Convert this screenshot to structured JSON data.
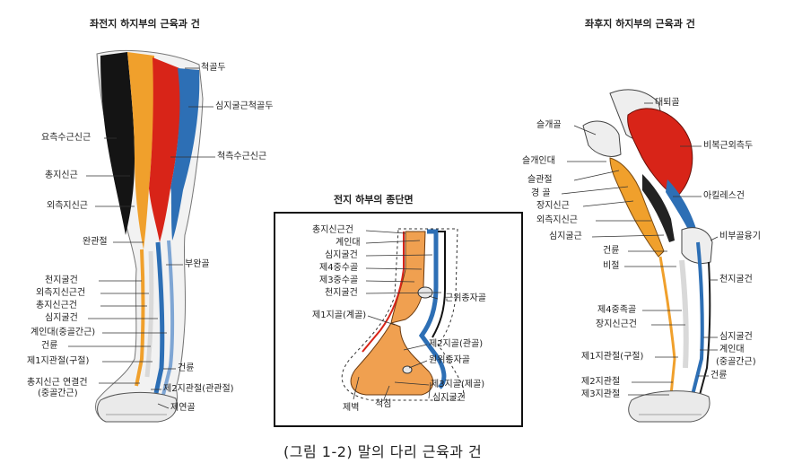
{
  "titles": {
    "left": "좌전지 하지부의 근육과 건",
    "right": "좌후지 하지부의 근육과 건",
    "center": "전지 하부의 종단면"
  },
  "caption": "(그림 1-2) 말의 다리 근육과 건",
  "left_labels": {
    "l1": "척골두",
    "l2": "심지굴근척골두",
    "l3": "요측수근신근",
    "l4": "척측수근신근",
    "l5": "총지신근",
    "l6": "외측지신근",
    "l7": "완관절",
    "l8": "부완골",
    "l9": "천지굴건",
    "l10": "외측지신근건",
    "l11": "총지신근건",
    "l12": "심지굴건",
    "l13": "계인대(중골간근)",
    "l14": "건륜",
    "l15": "제1지관절(구절)",
    "l16": "건륜",
    "l17a": "총지신근 연결건",
    "l17b": "(중골간근)",
    "l18": "제2지관절(관관절)",
    "l19": "제연골"
  },
  "center_labels": {
    "c1": "총지신근건",
    "c2": "계인대",
    "c3": "심지굴건",
    "c4": "제4중수골",
    "c5": "제3중수골",
    "c6": "천지굴건",
    "c7": "근위종자골",
    "c8": "제1지골(계골)",
    "c9": "제2지골(관골)",
    "c10": "원위종자골",
    "c11": "제3지골(제골)",
    "c12": "심지굴건",
    "c13": "제벽",
    "c14": "척침"
  },
  "right_labels": {
    "r1": "대퇴골",
    "r2": "슬개골",
    "r3": "비복근외측두",
    "r4": "슬개인대",
    "r5": "슬관절",
    "r6": "경 골",
    "r7": "아킬레스건",
    "r8": "장지신근",
    "r9": "외측지신근",
    "r10": "심지굴근",
    "r11": "비부골융기",
    "r12": "건륜",
    "r13": "비절",
    "r14": "천지굴건",
    "r15": "제4중족골",
    "r16": "장지신근건",
    "r17": "심지굴건",
    "r18": "계인대",
    "r19": "(중골간근)",
    "r20": "제1지관절(구절)",
    "r21": "건륜",
    "r22": "제2지관절",
    "r23": "제3지관절"
  }
}
